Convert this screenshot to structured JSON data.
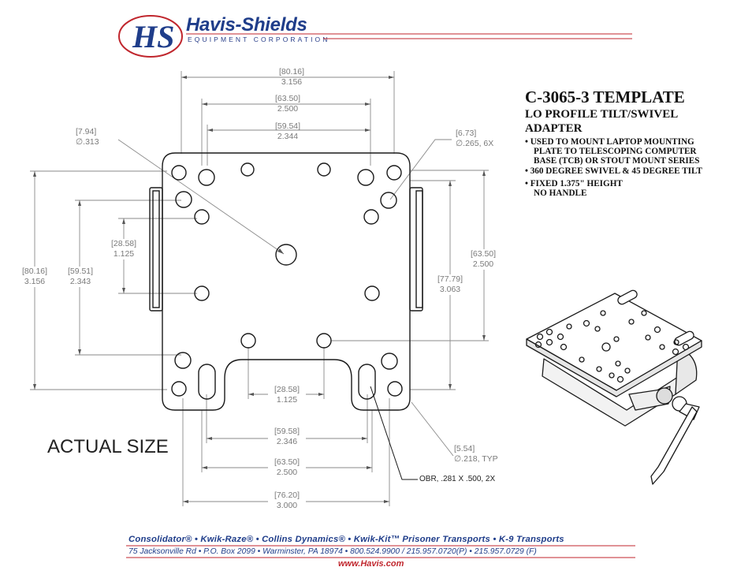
{
  "header": {
    "logo_monogram": "HS",
    "company_name": "Havis-Shields",
    "company_subtitle": "EQUIPMENT CORPORATION"
  },
  "title_block": {
    "title": "C-3065-3 TEMPLATE",
    "subtitle_line1": "LO PROFILE TILT/SWIVEL",
    "subtitle_line2": "ADAPTER",
    "features": [
      "• USED TO MOUNT LAPTOP MOUNTING",
      "PLATE TO TELESCOPING COMPUTER",
      "BASE (TCB) OR STOUT MOUNT SERIES",
      "• 360 DEGREE SWIVEL & 45 DEGREE TILT",
      "• FIXED 1.375\" HEIGHT",
      "NO HANDLE"
    ]
  },
  "dimensions": {
    "top_width_outer": {
      "mm": "[80.16]",
      "in": "3.156"
    },
    "top_width_mid": {
      "mm": "[63.50]",
      "in": "2.500"
    },
    "top_width_inner": {
      "mm": "[59.54]",
      "in": "2.344"
    },
    "hole_large_dia": {
      "mm": "[7.94]",
      "in": "∅.313"
    },
    "hole_small_dia": {
      "mm": "[6.73]",
      "in": "∅.265, 6X"
    },
    "left_height_outer": {
      "mm": "[80.16]",
      "in": "3.156"
    },
    "left_height_inner": {
      "mm": "[59.51]",
      "in": "2.343"
    },
    "left_short": {
      "mm": "[28.58]",
      "in": "1.125"
    },
    "right_height_mid": {
      "mm": "[63.50]",
      "in": "2.500"
    },
    "right_height_outer": {
      "mm": "[77.79]",
      "in": "3.063"
    },
    "bottom_center": {
      "mm": "[28.58]",
      "in": "1.125"
    },
    "bottom_inner": {
      "mm": "[59.58]",
      "in": "2.346"
    },
    "bottom_mid": {
      "mm": "[63.50]",
      "in": "2.500"
    },
    "bottom_outer": {
      "mm": "[76.20]",
      "in": "3.000"
    },
    "slot_hole_dia": {
      "mm": "[5.54]",
      "in": "∅.218, TYP"
    }
  },
  "notes": {
    "obround": "OBR, .281 X .500, 2X",
    "actual_size": "ACTUAL SIZE"
  },
  "footer": {
    "brands": "Consolidator® • Kwik-Raze® • Collins Dynamics® • Kwik-Kit™ Prisoner Transports • K-9 Transports",
    "address": "75 Jacksonville Rd • P.O. Box 2099 • Warminster, PA 18974 • 800.524.9900 / 215.957.0720(P) • 215.957.0729 (F)",
    "url": "www.Havis.com"
  },
  "colors": {
    "brand_blue": "#1f3d8a",
    "brand_red": "#c0262d",
    "dimension_gray": "#7a7a7a",
    "line_dark": "#1a1a1a"
  }
}
